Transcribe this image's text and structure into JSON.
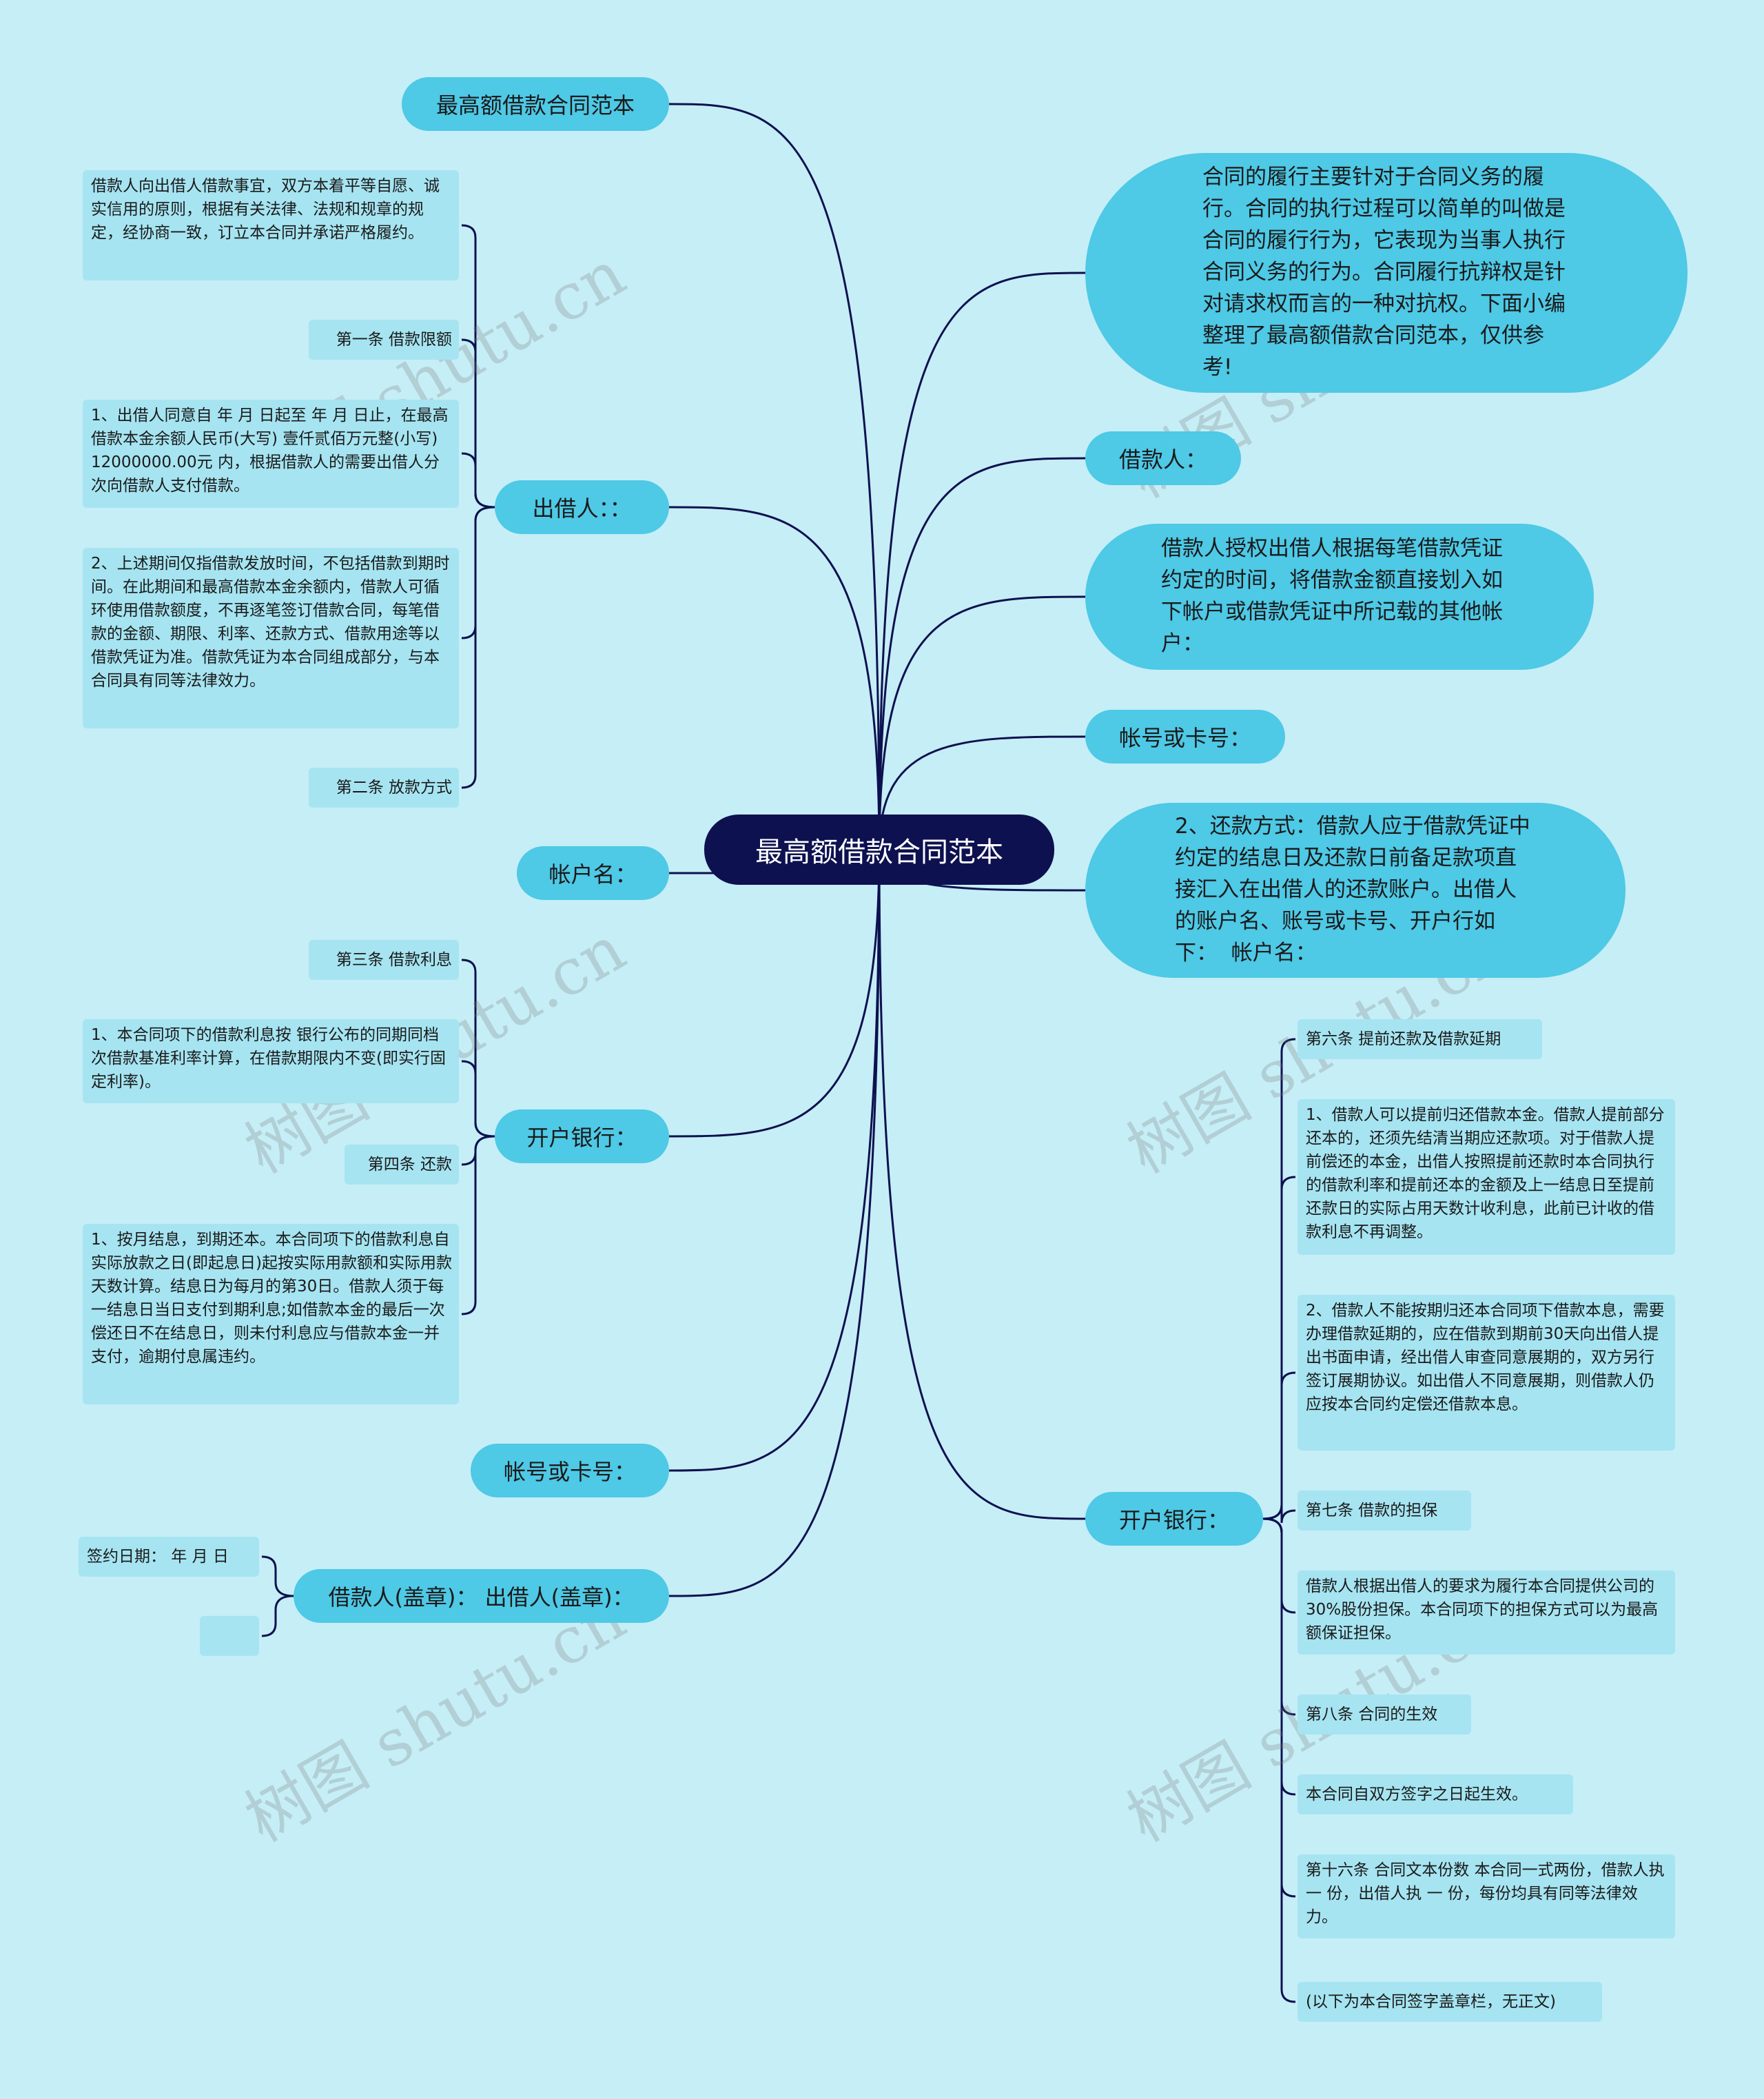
{
  "root": {
    "label": "最高额借款合同范本"
  },
  "left": {
    "title_branch": {
      "label": "最高额借款合同范本"
    },
    "lender": {
      "label": "出借人：：",
      "children": [
        "借款人向出借人借款事宜，双方本着平等自愿、诚实信用的原则，根据有关法律、法规和规章的规定，经协商一致，订立本合同并承诺严格履约。",
        "第一条 借款限额",
        "1、出借人同意自 年 月 日起至 年 月 日止，在最高借款本金余额人民币(大写) 壹仟贰佰万元整(小写) 12000000.00元 内，根据借款人的需要出借人分次向借款人支付借款。",
        "2、上述期间仅指借款发放时间，不包括借款到期时间。在此期间和最高借款本金余额内，借款人可循环使用借款额度，不再逐笔签订借款合同，每笔借款的金额、期限、利率、还款方式、借款用途等以借款凭证为准。借款凭证为本合同组成部分，与本合同具有同等法律效力。",
        "第二条 放款方式"
      ]
    },
    "account_name": {
      "label": "帐户名："
    },
    "bank": {
      "label": "开户银行：",
      "children": [
        "第三条 借款利息",
        "1、本合同项下的借款利息按 银行公布的同期同档次借款基准利率计算，在借款期限内不变(即实行固定利率)。",
        "第四条 还款",
        "1、按月结息，到期还本。本合同项下的借款利息自实际放款之日(即起息日)起按实际用款额和实际用款天数计算。结息日为每月的第30日。借款人须于每一结息日当日支付到期利息;如借款本金的最后一次偿还日不在结息日，则未付利息应与借款本金一并支付，逾期付息属违约。"
      ]
    },
    "account_no": {
      "label": "帐号或卡号："
    },
    "seal": {
      "label": "借款人(盖章)：  出借人(盖章)：",
      "children": [
        "签约日期：  年  月  日",
        ""
      ]
    }
  },
  "right": {
    "intro": {
      "label": "合同的履行主要针对于合同义务的履行。合同的执行过程可以简单的叫做是合同的履行行为，它表现为当事人执行合同义务的行为。合同履行抗辩权是针对请求权而言的一种对抗权。下面小编整理了最高额借款合同范本，仅供参考!"
    },
    "borrower": {
      "label": "借款人："
    },
    "authorize": {
      "label": "借款人授权出借人根据每笔借款凭证约定的时间，将借款金额直接划入如下帐户或借款凭证中所记载的其他帐户："
    },
    "account_no": {
      "label": "帐号或卡号："
    },
    "repay": {
      "label": "2、还款方式：借款人应于借款凭证中约定的结息日及还款日前备足款项直接汇入在出借人的还款账户。出借人的账户名、账号或卡号、开户行如下：  帐户名："
    },
    "bank": {
      "label": "开户银行：",
      "children": [
        "第六条 提前还款及借款延期",
        "1、借款人可以提前归还借款本金。借款人提前部分还本的，还须先结清当期应还款项。对于借款人提前偿还的本金，出借人按照提前还款时本合同执行的借款利率和提前还本的金额及上一结息日至提前还款日的实际占用天数计收利息，此前已计收的借款利息不再调整。",
        "2、借款人不能按期归还本合同项下借款本息，需要办理借款延期的，应在借款到期前30天向出借人提出书面申请，经出借人审查同意展期的，双方另行签订展期协议。如出借人不同意展期，则借款人仍应按本合同约定偿还借款本息。",
        "第七条 借款的担保",
        "借款人根据出借人的要求为履行本合同提供公司的30%股份担保。本合同项下的担保方式可以为最高额保证担保。",
        "第八条 合同的生效",
        "本合同自双方签字之日起生效。",
        "第十六条 合同文本份数 本合同一式两份，借款人执 一 份，出借人执 一 份，每份均具有同等法律效力。",
        "(以下为本合同签字盖章栏，无正文)"
      ]
    }
  },
  "watermark": "树图 shutu.cn",
  "colors": {
    "background": "#c6eef6",
    "root": "#0d1150",
    "branch": "#4ec9e6",
    "leaf": "#a6e4f1",
    "line": "#0d1150"
  }
}
